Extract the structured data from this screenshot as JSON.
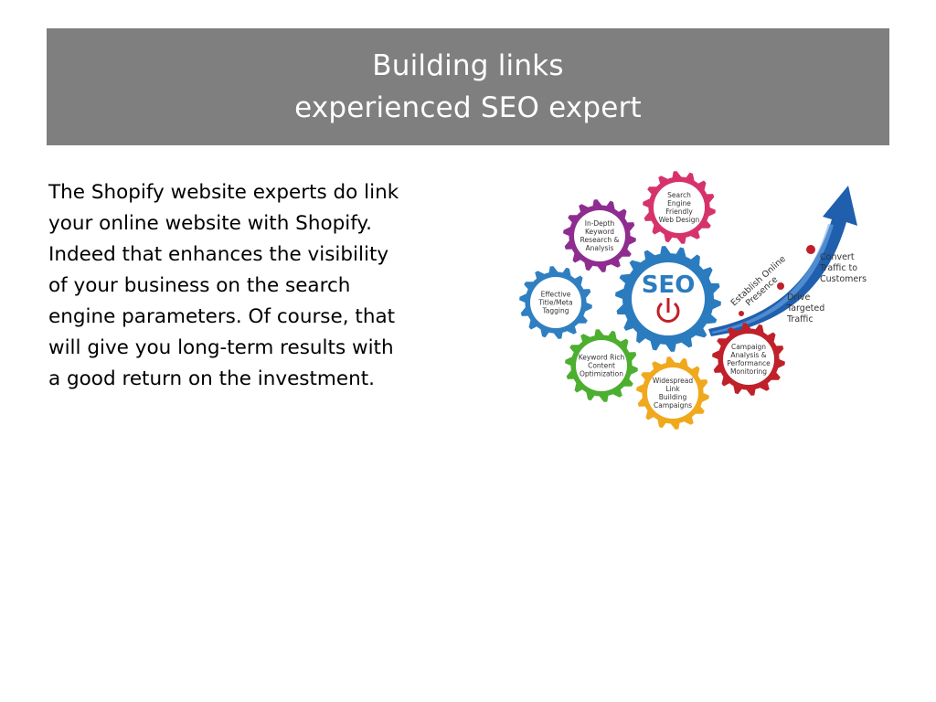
{
  "header": {
    "title_line1": "Building links",
    "title_line2": "experienced SEO expert",
    "background_color": "#7f7f7f"
  },
  "body": {
    "lines": [
      "The Shopify website experts do link",
      "your online website with Shopify.",
      "Indeed that enhances the visibility",
      "of your business on the search",
      "engine parameters. Of course, that",
      "will give you long-term results with",
      "a good return on the investment."
    ]
  },
  "graphic": {
    "center_gear": {
      "label": "SEO",
      "icon": "power-icon",
      "color": "#2b7bbf"
    },
    "gears": [
      {
        "lines": [
          "Search",
          "Engine",
          "Friendly",
          "Web Design"
        ],
        "color": "#d6336c"
      },
      {
        "lines": [
          "In-Depth",
          "Keyword",
          "Research &",
          "Analysis"
        ],
        "color": "#8e2d8f"
      },
      {
        "lines": [
          "Effective",
          "Title/Meta",
          "Tagging"
        ],
        "color": "#2f7fc1"
      },
      {
        "lines": [
          "Keyword Rich",
          "Content",
          "Optimization"
        ],
        "color": "#4caf2f"
      },
      {
        "lines": [
          "Widespread",
          "Link",
          "Building",
          "Campaigns"
        ],
        "color": "#f0a81c"
      },
      {
        "lines": [
          "Campaign",
          "Analysis &",
          "Performance",
          "Monitoring"
        ],
        "color": "#c0202a"
      }
    ],
    "arrow": {
      "label_lines": [
        "Establish Online",
        "Presence"
      ],
      "color": "#1f5fae",
      "milestones": [
        {
          "lines": [
            "Drive",
            "Targeted",
            "Traffic"
          ]
        },
        {
          "lines": [
            "Convert",
            "Traffic to",
            "Customers"
          ]
        }
      ]
    }
  }
}
